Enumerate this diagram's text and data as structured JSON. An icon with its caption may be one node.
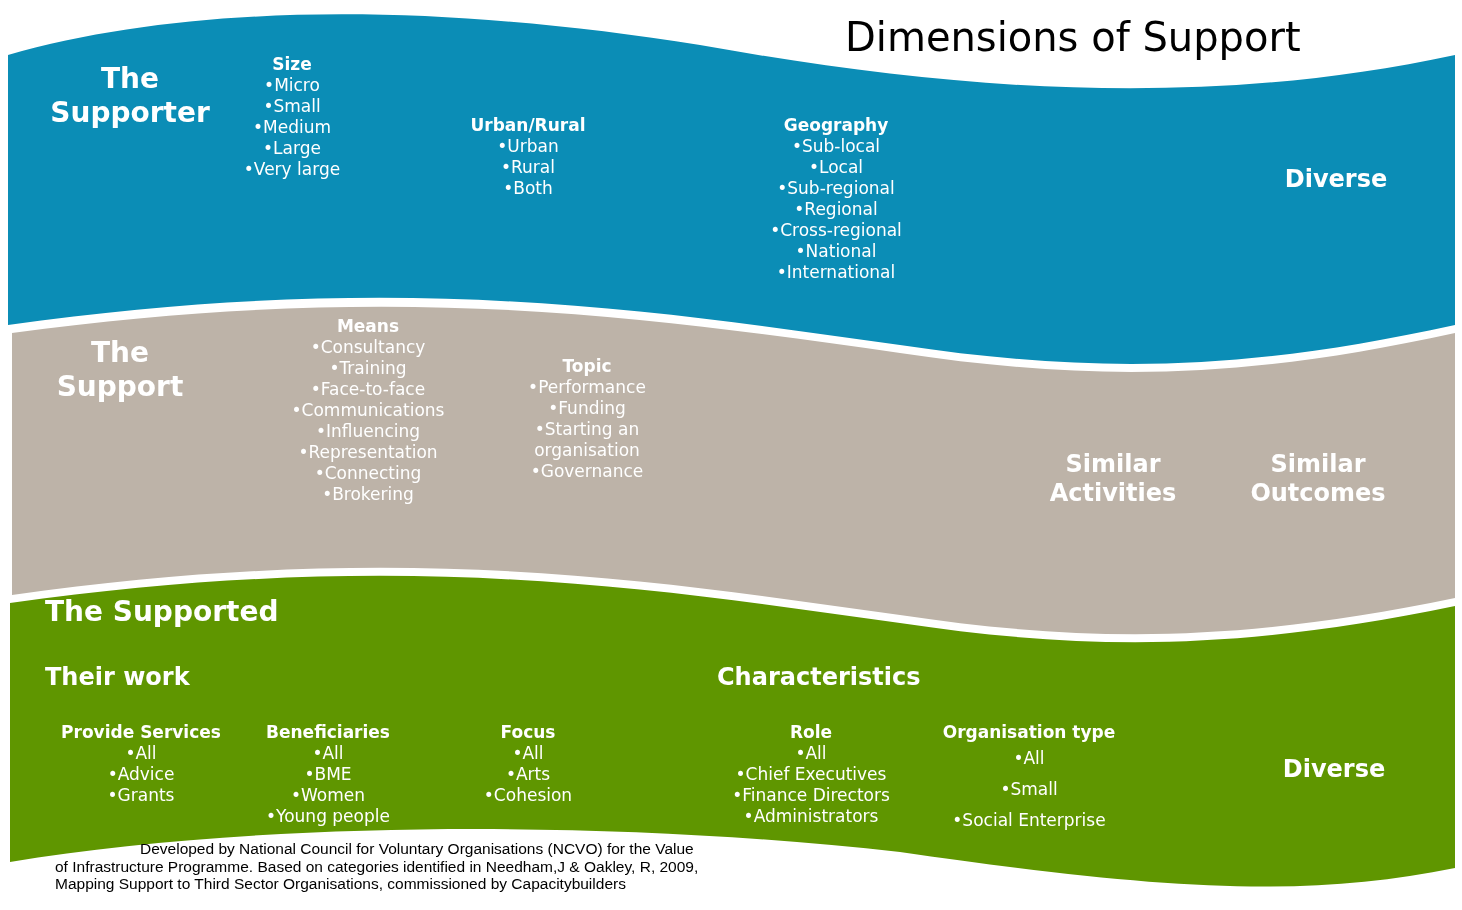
{
  "diagram": {
    "title": "Dimensions of Support",
    "caption": "Developed by National Council for Voluntary Organisations (NCVO) for the Value of Infrastructure Programme. Based on categories identified in Needham,J & Oakley, R, 2009, Mapping Support to Third Sector Organisations, commissioned by Capacitybuilders",
    "nodes": [
      {
        "text": [
          "The Supporter"
        ]
      },
      {
        "text": [
          "Size",
          "•Micro",
          "•Small",
          "•Medium",
          "•Large",
          "•Very large"
        ],
        "in": 0
      },
      {
        "text": [
          "Urban/Rural",
          "•Urban",
          "•Rural",
          "•Both"
        ],
        "in": 0
      },
      {
        "text": [
          "Geography",
          "•Sub-local",
          "•Local",
          "•Sub-regional",
          "•Regional",
          "•Cross-regional",
          "•National",
          "•International"
        ],
        "in": 0
      },
      {
        "text": [
          "Diverse"
        ],
        "in": 0
      },
      {
        "text": [
          "The Support"
        ]
      },
      {
        "text": [
          "Means",
          "•Consultancy",
          "•Training",
          "•Face-to-face",
          "•Communications",
          "•Influencing",
          "•Representation",
          "•Connecting",
          "•Brokering"
        ],
        "in": 5
      },
      {
        "text": [
          "Topic",
          "•Performance",
          "•Funding",
          "•Starting an organisation",
          "•Governance"
        ],
        "in": 5
      },
      {
        "text": [
          "Similar Activities"
        ],
        "in": 5
      },
      {
        "text": [
          "Similar Outcomes"
        ],
        "in": 5
      },
      {
        "text": [
          "The Supported"
        ]
      },
      {
        "text": [
          "Their work"
        ],
        "in": 10
      },
      {
        "text": [
          "Characteristics"
        ],
        "in": 10
      },
      {
        "text": [
          "Provide Services",
          "•All",
          "•Advice",
          "•Grants"
        ],
        "in": 10
      },
      {
        "text": [
          "Beneficiaries",
          "•All",
          "•BME",
          "•Women",
          "•Young people"
        ],
        "in": 10
      },
      {
        "text": [
          "Focus",
          "•All",
          "•Arts",
          "•Cohesion"
        ],
        "in": 10
      },
      {
        "text": [
          "Role",
          "•All",
          "•Chief Executives",
          "•Finance Directors",
          "•Administrators"
        ],
        "in": 10
      },
      {
        "text": [
          "Organisation type",
          "•All",
          "•Small",
          "•Social Enterprise"
        ],
        "in": 10
      },
      {
        "text": [
          "Diverse"
        ],
        "in": 10
      }
    ]
  }
}
